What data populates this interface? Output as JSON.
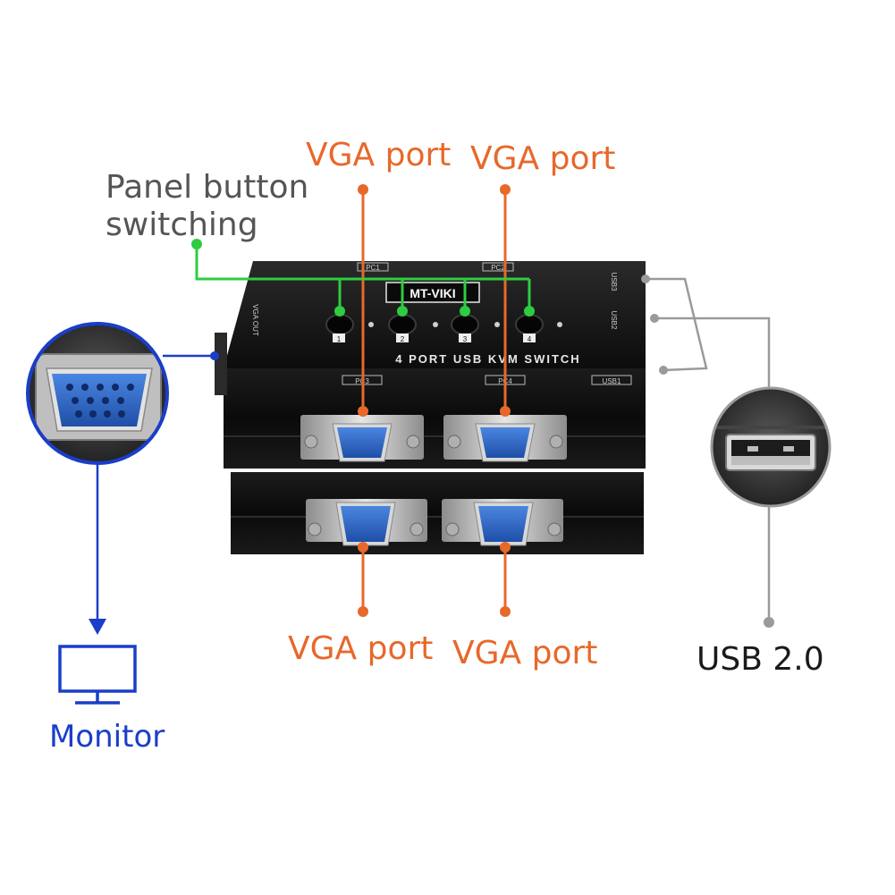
{
  "callouts": {
    "vga_port_top_left": "VGA port",
    "vga_port_top_right": "VGA port",
    "vga_port_bottom_left": "VGA port",
    "vga_port_bottom_right": "VGA port",
    "panel_button_line1": "Panel button",
    "panel_button_line2": "switching",
    "monitor": "Monitor",
    "usb": "USB 2.0"
  },
  "device": {
    "brand": "MT-VIKI",
    "model_text": "4 PORT USB KVM SWITCH",
    "buttons": [
      "1",
      "2",
      "3",
      "4"
    ],
    "port_labels": {
      "pc1": "PC1",
      "pc2": "PC2",
      "pc3": "PC3",
      "pc4": "PC4",
      "usb1": "USB1",
      "usb2": "USB2",
      "usb3": "USB3",
      "vga_out": "VGA OUT"
    }
  },
  "colors": {
    "orange": "#e8682a",
    "green": "#2ecc40",
    "blue": "#1a3ec8",
    "grey": "#9a9a9a",
    "device": "#161616",
    "connector_blue": "#2f66c4"
  }
}
